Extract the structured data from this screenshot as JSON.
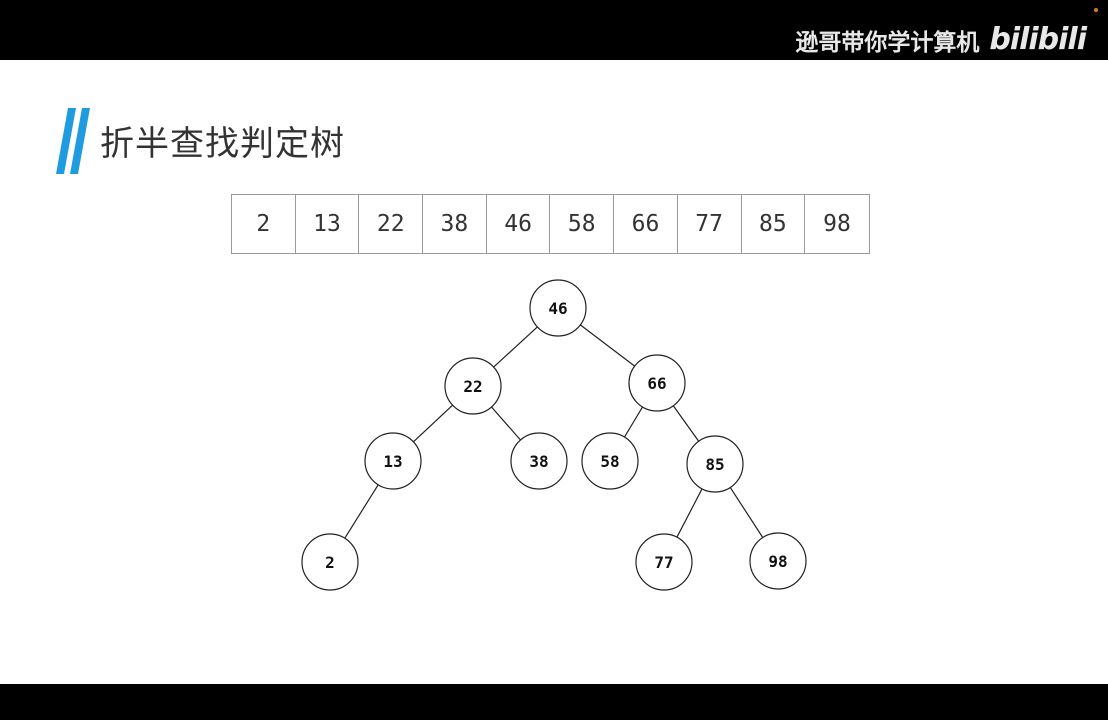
{
  "watermark": {
    "channel": "逊哥带你学计算机",
    "logo": "bilibili"
  },
  "slide": {
    "title": "折半查找判定树",
    "array": [
      "2",
      "13",
      "22",
      "38",
      "46",
      "58",
      "66",
      "77",
      "85",
      "98"
    ],
    "tree": {
      "nodes": [
        {
          "id": "n46",
          "label": "46"
        },
        {
          "id": "n22",
          "label": "22"
        },
        {
          "id": "n66",
          "label": "66"
        },
        {
          "id": "n13",
          "label": "13"
        },
        {
          "id": "n38",
          "label": "38"
        },
        {
          "id": "n58",
          "label": "58"
        },
        {
          "id": "n85",
          "label": "85"
        },
        {
          "id": "n2",
          "label": "2"
        },
        {
          "id": "n77",
          "label": "77"
        },
        {
          "id": "n98",
          "label": "98"
        }
      ],
      "edges": [
        [
          "n46",
          "n22"
        ],
        [
          "n46",
          "n66"
        ],
        [
          "n22",
          "n13"
        ],
        [
          "n22",
          "n38"
        ],
        [
          "n66",
          "n58"
        ],
        [
          "n66",
          "n85"
        ],
        [
          "n13",
          "n2"
        ],
        [
          "n85",
          "n77"
        ],
        [
          "n85",
          "n98"
        ]
      ]
    }
  }
}
